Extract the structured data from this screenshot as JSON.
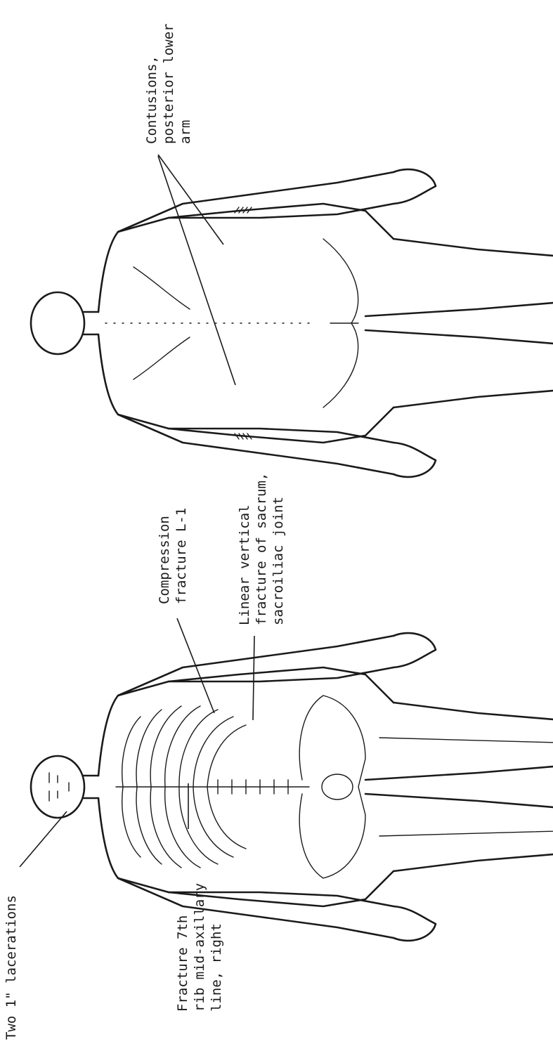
{
  "annotations": {
    "lacerations": [
      "Two 1\" lacerations"
    ],
    "rib_fracture": [
      "Fracture 7th",
      "rib mid-axillary",
      "line, right"
    ],
    "compression_fracture": [
      "Compression",
      "fracture L-1"
    ],
    "sacrum_fracture": [
      "Linear vertical",
      "fracture of sacrum,",
      "sacroiliac joint"
    ],
    "contusions": [
      "Contusions,",
      "posterior lower",
      "arm"
    ]
  }
}
